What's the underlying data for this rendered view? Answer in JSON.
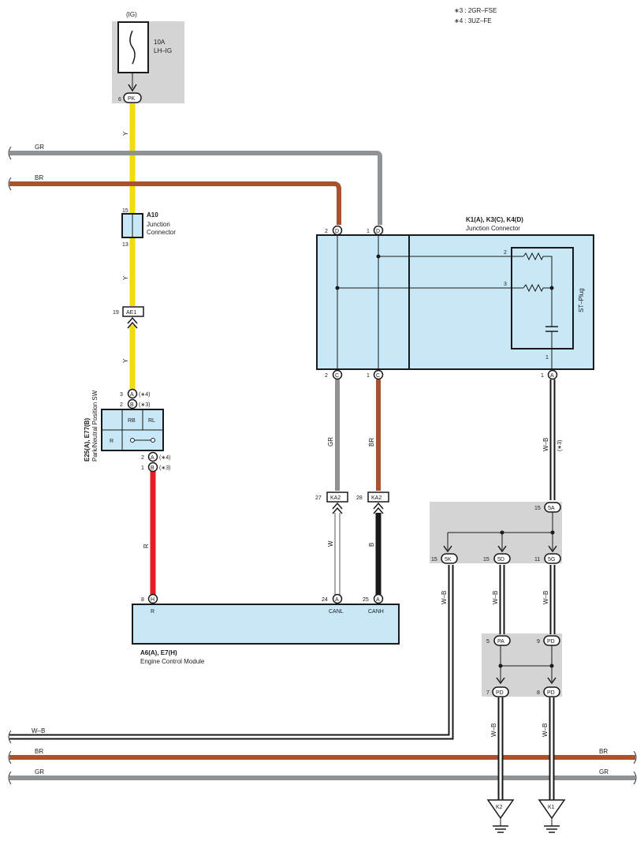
{
  "notes": [
    "∗3 : 2GR–FSE",
    "∗4 : 3UZ–FE"
  ],
  "fuse": {
    "power": "(IG)",
    "rating": "10A",
    "name": "LH–IG",
    "pin": "6",
    "terminal": "PK"
  },
  "wire_colors": {
    "Y": "Y",
    "GR": "GR",
    "BR": "BR",
    "R": "R",
    "W": "W",
    "B": "B",
    "W-B": "W–B"
  },
  "colors": {
    "Y": "#f2dd00",
    "GR": "#909396",
    "BR": "#a9522f",
    "R": "#e41e26",
    "B": "#1a1a1a",
    "W": "#ffffff",
    "component_fill": "#c8e8f7",
    "shade": "#d4d4d4"
  },
  "junction_a10": {
    "id": "A10",
    "line1": "Junction",
    "line2": "Connector",
    "pin_top": "15",
    "pin_bottom": "13"
  },
  "conn_ae1": {
    "pin": "19",
    "label": "AE1"
  },
  "switch": {
    "id": "E25(A), E77(B)",
    "name": "Park/Neutral Position SW",
    "cell_rb": "RB",
    "cell_rl": "RL",
    "cell_r": "R",
    "top_pins": [
      {
        "num": "3",
        "term": "A",
        "note": "(∗4)"
      },
      {
        "num": "2",
        "term": "B",
        "note": "(∗3)"
      }
    ],
    "bottom_pins": [
      {
        "num": "2",
        "term": "A",
        "note": "(∗4)"
      },
      {
        "num": "1",
        "term": "B",
        "note": "(∗3)"
      }
    ]
  },
  "junction_k": {
    "id": "K1(A), K3(C), K4(D)",
    "name": "Junction Connector",
    "plug": "ST–Plug",
    "top_pins": [
      {
        "num": "2",
        "term": "D"
      },
      {
        "num": "1",
        "term": "D"
      }
    ],
    "bottom_pins": [
      {
        "num": "2",
        "term": "C"
      },
      {
        "num": "1",
        "term": "C"
      },
      {
        "num": "1",
        "term": "A"
      }
    ],
    "inner_pins": [
      "2",
      "3",
      "1"
    ]
  },
  "conn_ka2": [
    {
      "pin": "27",
      "label": "KA2"
    },
    {
      "pin": "28",
      "label": "KA2"
    }
  ],
  "ecm": {
    "id": "A6(A), E7(H)",
    "name": "Engine Control Module",
    "pins": [
      {
        "num": "8",
        "term": "H",
        "label": "R"
      },
      {
        "num": "24",
        "term": "A",
        "label": "CANL"
      },
      {
        "num": "25",
        "term": "A",
        "label": "CANH"
      }
    ]
  },
  "j5": {
    "top": {
      "num": "15",
      "term": "5A"
    },
    "outs": [
      {
        "num": "15",
        "term": "5K"
      },
      {
        "num": "15",
        "term": "5D"
      },
      {
        "num": "11",
        "term": "5G"
      }
    ]
  },
  "jp": {
    "ins": [
      {
        "num": "5",
        "term": "PA"
      },
      {
        "num": "9",
        "term": "PD"
      }
    ],
    "outs": [
      {
        "num": "7",
        "term": "PD"
      },
      {
        "num": "8",
        "term": "PD"
      }
    ]
  },
  "wb_note": "(∗3)",
  "grounds": [
    "K2",
    "K1"
  ]
}
